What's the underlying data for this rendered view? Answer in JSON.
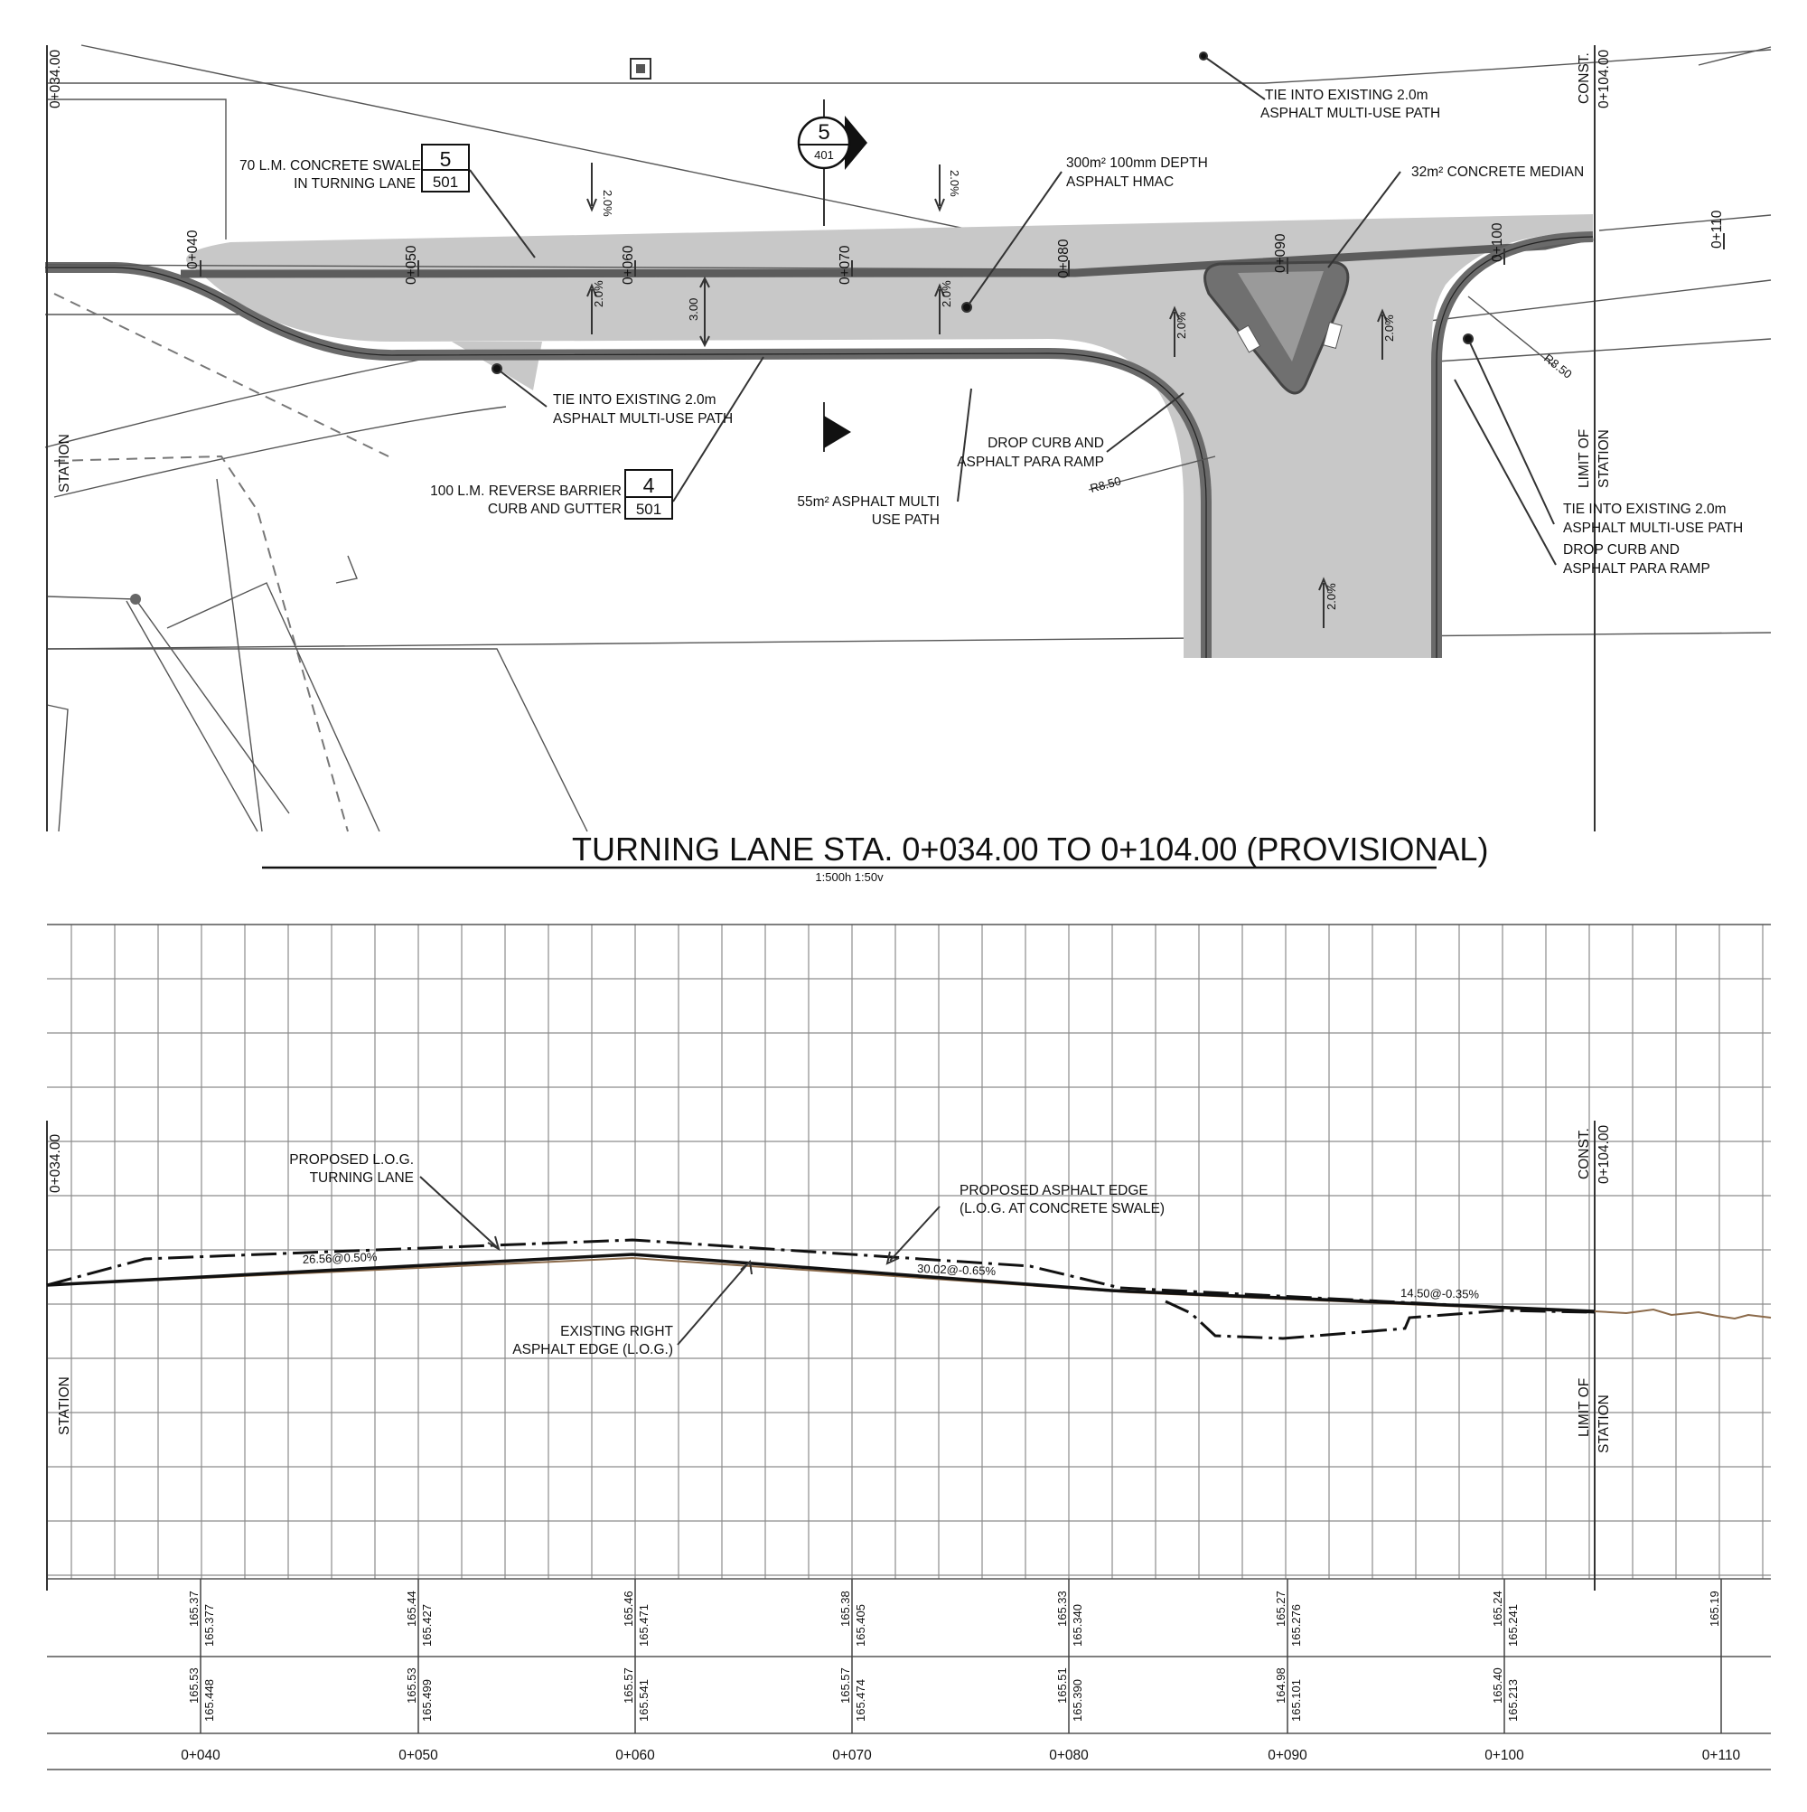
{
  "plan": {
    "title": "TURNING LANE STA. 0+034.00 TO 0+104.00 (PROVISIONAL)",
    "scale": "1:500h 1:50v",
    "start_station": "0+034.00",
    "end_const": "CONST.",
    "end_station": "0+104.00",
    "limit_of": "LIMIT OF",
    "station_word": "STATION",
    "stations": [
      "0+040",
      "0+050",
      "0+060",
      "0+070",
      "0+080",
      "0+090",
      "0+100",
      "0+110"
    ],
    "section_marker": {
      "number": "5",
      "sheet": "401"
    },
    "slopes": {
      "s1": "2.0%",
      "s2": "2.0%",
      "s3": "2.0%",
      "s4": "2.0%",
      "s5": "2.0%",
      "s6": "2.0%",
      "s7": "2.0%"
    },
    "dim_width": "3.00",
    "radius_left": "R8.50",
    "radius_right": "R8.50",
    "callouts": {
      "swale_l1": "70 L.M. CONCRETE SWALE",
      "swale_l2": "IN TURNING LANE",
      "swale_detail": "5",
      "swale_sheet": "501",
      "hmac_l1": "300m² 100mm DEPTH",
      "hmac_l2": "ASPHALT HMAC",
      "median": "32m² CONCRETE MEDIAN",
      "tie_top_l1": "TIE INTO EXISTING 2.0m",
      "tie_top_l2": "ASPHALT MULTI-USE PATH",
      "tie_mid_l1": "TIE INTO EXISTING 2.0m",
      "tie_mid_l2": "ASPHALT MULTI-USE PATH",
      "curb_l1": "100 L.M. REVERSE BARRIER",
      "curb_l2": "CURB AND GUTTER",
      "curb_detail": "4",
      "curb_sheet": "501",
      "drop_l_l1": "DROP CURB AND",
      "drop_l_l2": "ASPHALT PARA RAMP",
      "mup_l1": "55m² ASPHALT MULTI",
      "mup_l2": "USE PATH",
      "tie_r_l1": "TIE INTO EXISTING 2.0m",
      "tie_r_l2": "ASPHALT MULTI-USE PATH",
      "drop_r_l1": "DROP CURB AND",
      "drop_r_l2": "ASPHALT PARA RAMP"
    }
  },
  "profile": {
    "labels": {
      "log_l1": "PROPOSED L.O.G.",
      "log_l2": "TURNING LANE",
      "edge_l1": "PROPOSED ASPHALT EDGE",
      "edge_l2": "(L.O.G. AT CONCRETE SWALE)",
      "exist_l1": "EXISTING RIGHT",
      "exist_l2": "ASPHALT EDGE (L.O.G.)"
    },
    "grades": [
      "26.56@0.50%",
      "30.02@-0.65%",
      "14.50@-0.35%"
    ],
    "stations": [
      "0+040",
      "0+050",
      "0+060",
      "0+070",
      "0+080",
      "0+090",
      "0+100",
      "0+110"
    ],
    "row1": [
      [
        "165.37",
        "165.377"
      ],
      [
        "165.44",
        "165.427"
      ],
      [
        "165.46",
        "165.471"
      ],
      [
        "165.38",
        "165.405"
      ],
      [
        "165.33",
        "165.340"
      ],
      [
        "165.27",
        "165.276"
      ],
      [
        "165.24",
        "165.241"
      ],
      [
        "165.19",
        ""
      ]
    ],
    "row2": [
      [
        "165.53",
        "165.448"
      ],
      [
        "165.53",
        "165.499"
      ],
      [
        "165.57",
        "165.541"
      ],
      [
        "165.57",
        "165.474"
      ],
      [
        "165.51",
        "165.390"
      ],
      [
        "164.98",
        "165.101"
      ],
      [
        "165.40",
        "165.213"
      ]
    ]
  },
  "colors": {
    "pavement": "#c8c8c8",
    "curb": "#6a6a6a",
    "median": "#707070",
    "existing_ground": "#8b6a4a"
  }
}
